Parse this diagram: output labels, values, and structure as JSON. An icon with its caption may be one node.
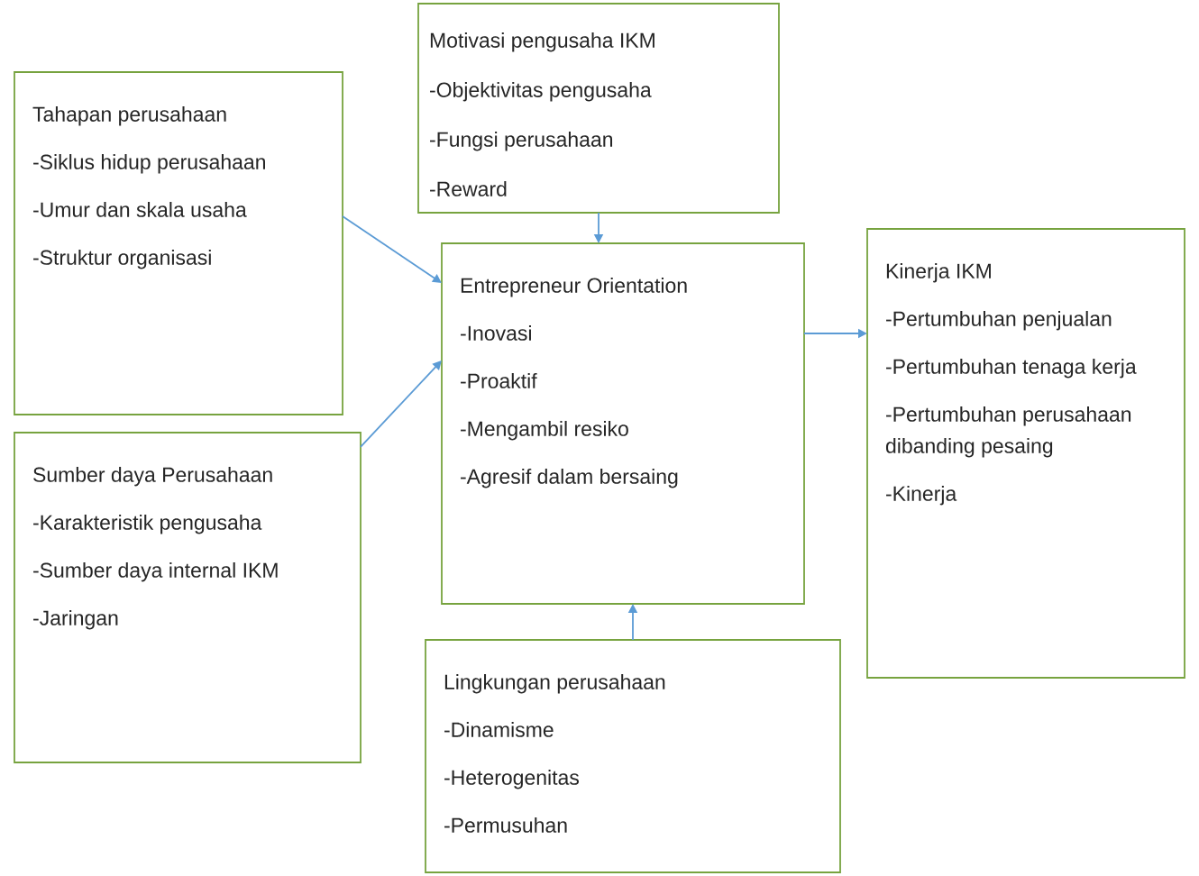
{
  "diagram": {
    "nodes": [
      {
        "text": [
          "Motivasi pengusaha IKM",
          "-Objektivitas pengusaha",
          "-Fungsi perusahaan",
          "-Reward"
        ]
      },
      {
        "text": [
          "Tahapan perusahaan",
          "-Siklus hidup perusahaan",
          "-Umur dan skala usaha",
          "-Struktur organisasi"
        ]
      },
      {
        "text": [
          "Sumber daya Perusahaan",
          "-Karakteristik pengusaha",
          "-Sumber daya internal IKM",
          "-Jaringan"
        ]
      },
      {
        "text": [
          "Entrepreneur Orientation",
          "-Inovasi",
          "-Proaktif",
          "-Mengambil resiko",
          "-Agresif dalam bersaing"
        ]
      },
      {
        "text": [
          "Kinerja IKM",
          "-Pertumbuhan penjualan",
          "-Pertumbuhan tenaga kerja",
          "-Pertumbuhan perusahaan dibanding pesaing",
          "-Kinerja"
        ]
      },
      {
        "text": [
          "Lingkungan perusahaan",
          "-Dinamisme",
          "-Heterogenitas",
          "-Permusuhan"
        ]
      }
    ],
    "edges": [
      {
        "from": 0,
        "to": 3,
        "arrow": "to"
      },
      {
        "from": 1,
        "to": 3,
        "arrow": "to"
      },
      {
        "from": 2,
        "to": 3,
        "arrow": "to"
      },
      {
        "from": 3,
        "to": 4,
        "arrow": "to"
      },
      {
        "from": 5,
        "to": 3,
        "arrow": "to"
      }
    ]
  }
}
